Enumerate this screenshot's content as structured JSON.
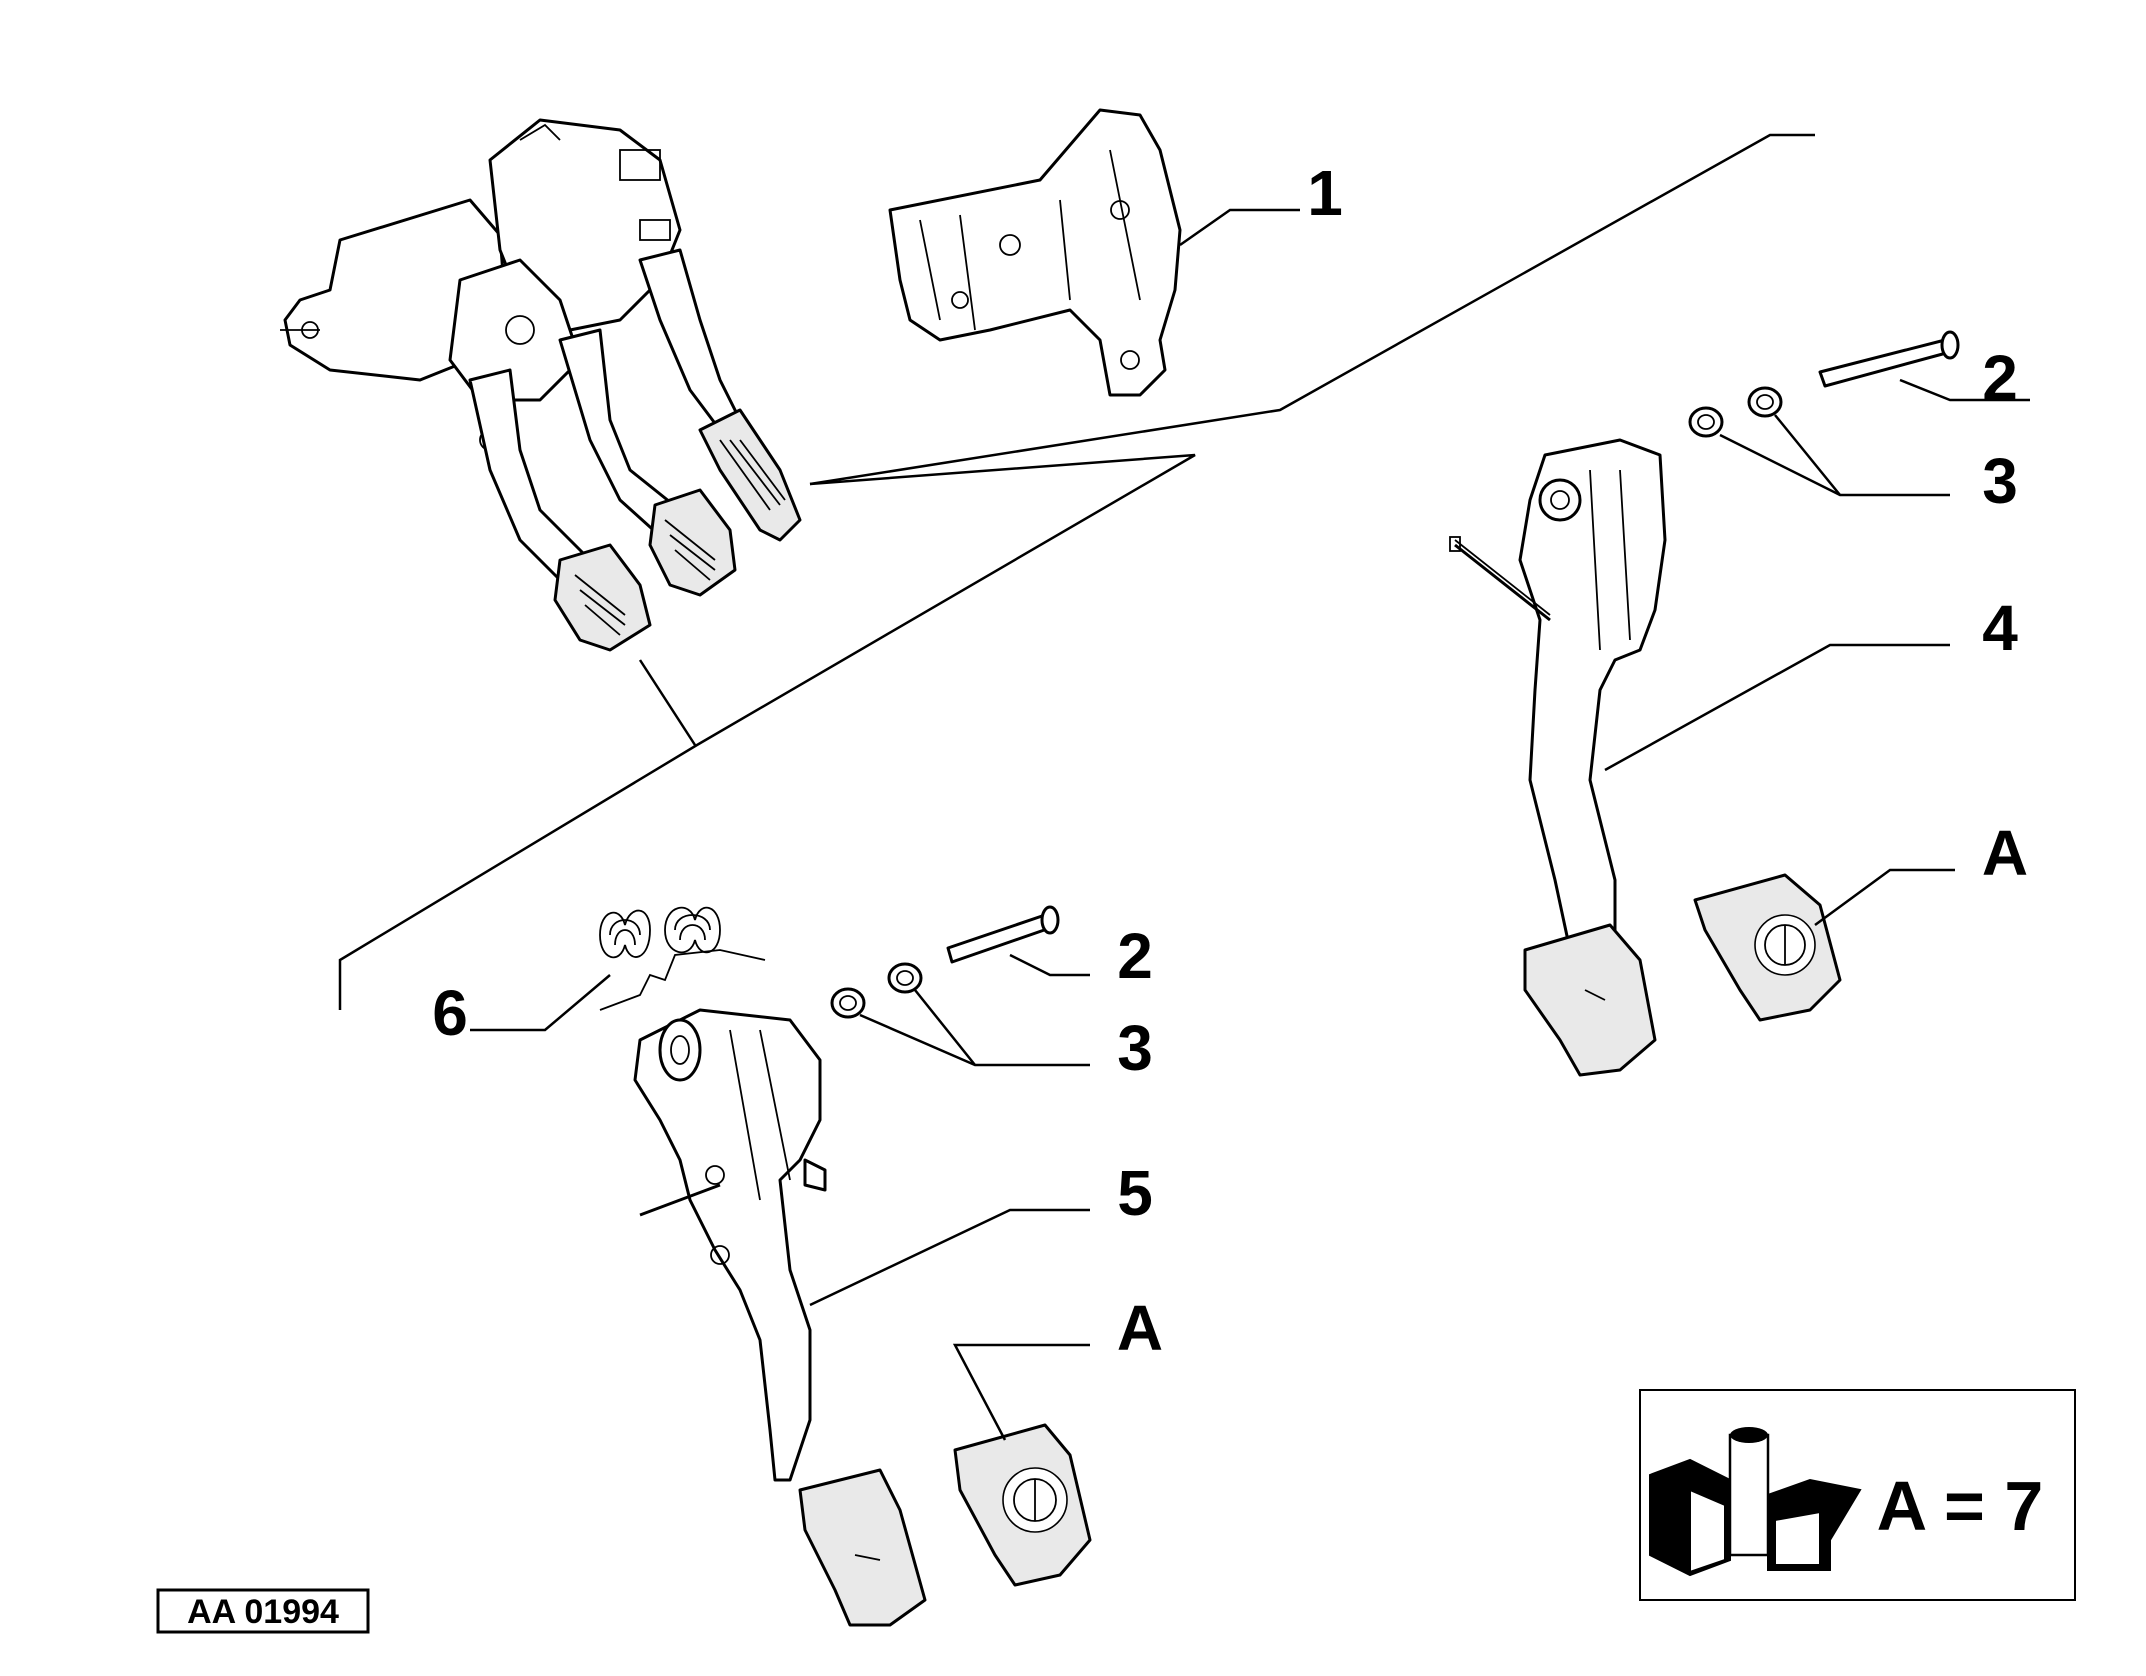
{
  "diagram": {
    "callouts": {
      "c1": "1",
      "c2_right": "2",
      "c3_right": "3",
      "c4": "4",
      "cA_right": "A",
      "c2_left": "2",
      "c3_left": "3",
      "c5": "5",
      "c6": "6",
      "cA_left": "A"
    },
    "drawing_code": "AA 01994",
    "kit_note": "A = 7"
  }
}
